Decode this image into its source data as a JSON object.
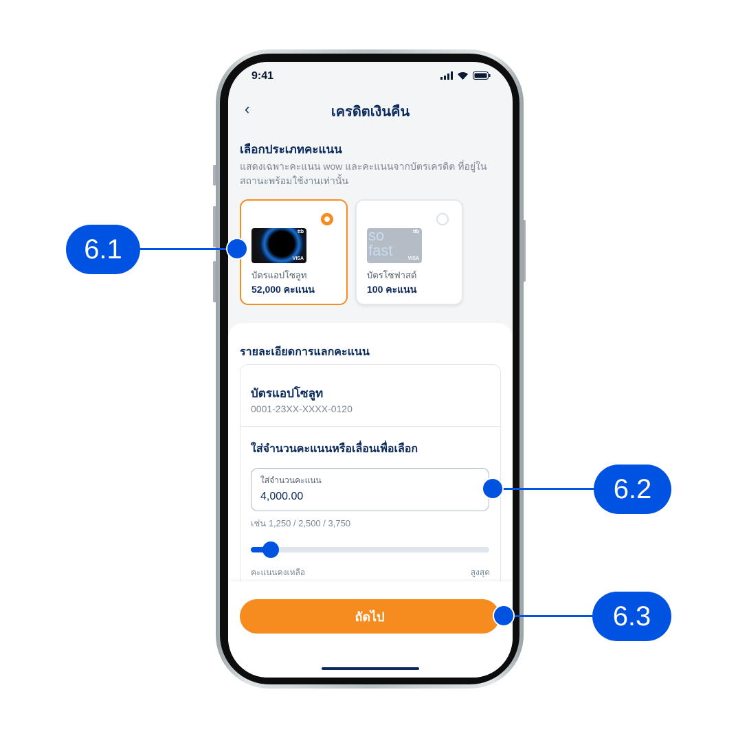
{
  "status": {
    "time": "9:41"
  },
  "header": {
    "back_icon": "chevron-left-icon",
    "title": "เครดิตเงินคืน"
  },
  "points_type": {
    "heading": "เลือกประเภทคะแนน",
    "description": "แสดงเฉพาะคะแนน wow และคะแนนจากบัตรเครดิต ที่อยู่ในสถานะพร้อมใช้งานเท่านั้น",
    "cards": [
      {
        "name": "บัตรแอปโซลูท",
        "points": "52,000 คะแนน",
        "selected": true,
        "brand": "ttb",
        "network": "VISA"
      },
      {
        "name": "บัตรโซฟาสต์",
        "points": "100 คะแนน",
        "selected": false,
        "brand": "ttb",
        "network": "VISA",
        "art_text": "so fast"
      }
    ]
  },
  "details": {
    "heading": "รายละเอียดการแลกคะแนน",
    "card_name": "บัตรแอปโซลูท",
    "card_number": "0001-23XX-XXXX-0120",
    "amount_heading": "ใส่จำนวนคะแนนหรือเลื่อนเพื่อเลือก",
    "input_label": "ใส่จำนวนคะแนน",
    "input_value": "4,000.00",
    "hint": "เช่น 1,250 / 2,500 / 3,750",
    "slider_fraction": 0.05,
    "remaining_label": "คะแนนคงเหลือ",
    "max_label": "สูงสุด"
  },
  "footer": {
    "next_label": "ถัดไป"
  },
  "callouts": [
    "6.1",
    "6.2",
    "6.3"
  ],
  "colors": {
    "accent": "#f68b1f",
    "navy": "#0b2a5b",
    "callout": "#0052e0"
  }
}
